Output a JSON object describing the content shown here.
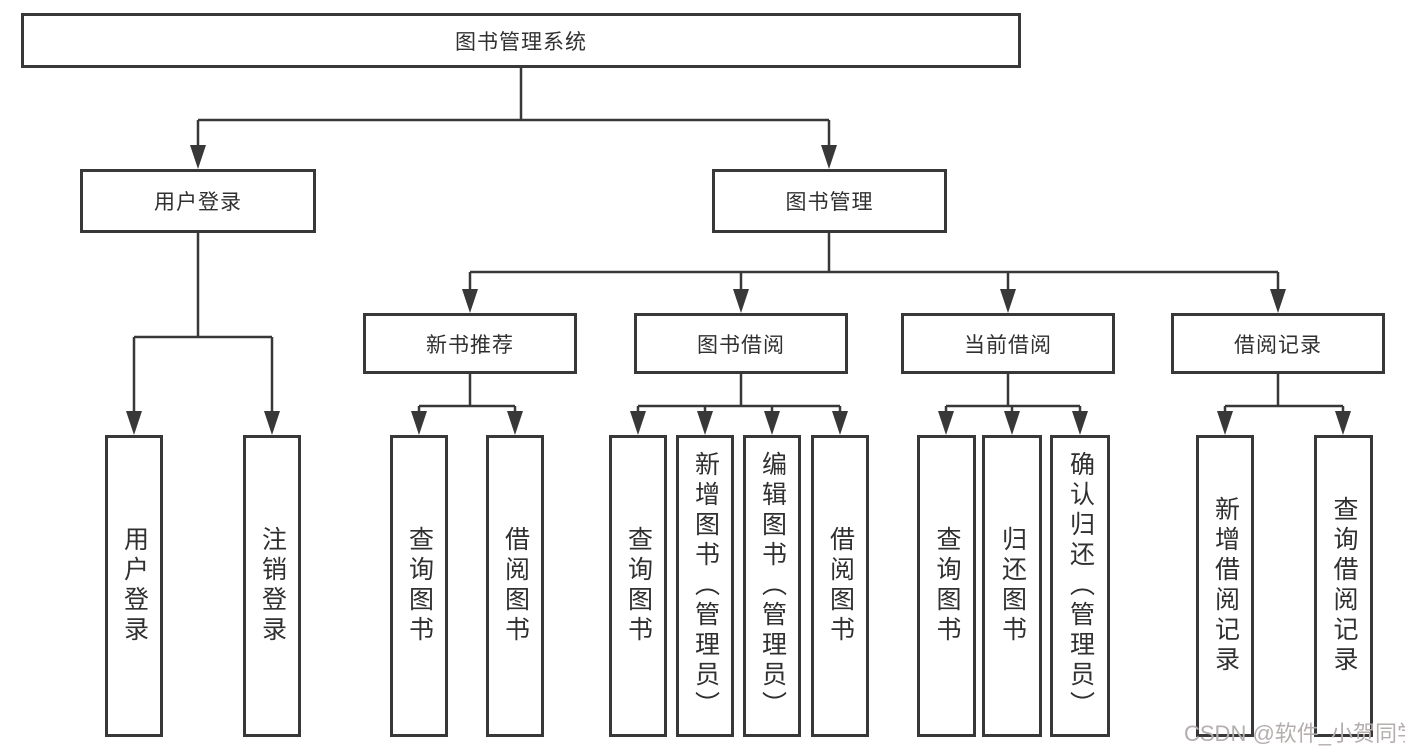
{
  "page": {
    "background": "#ffffff",
    "line_color": "#383838",
    "text_color": "#303030"
  },
  "tree": {
    "root": {
      "label": "图书管理系统"
    },
    "branches": [
      {
        "label": "用户登录",
        "children": [
          {
            "label": "用户登录"
          },
          {
            "label": "注销登录"
          }
        ]
      },
      {
        "label": "图书管理",
        "sections": [
          {
            "label": "新书推荐",
            "children": [
              {
                "label": "查询图书"
              },
              {
                "label": "借阅图书"
              }
            ]
          },
          {
            "label": "图书借阅",
            "children": [
              {
                "label": "查询图书"
              },
              {
                "label": "新增图书（管理员）"
              },
              {
                "label": "编辑图书（管理员）"
              },
              {
                "label": "借阅图书"
              }
            ]
          },
          {
            "label": "当前借阅",
            "children": [
              {
                "label": "查询图书"
              },
              {
                "label": "归还图书"
              },
              {
                "label": "确认归还（管理员）"
              }
            ]
          },
          {
            "label": "借阅记录",
            "children": [
              {
                "label": "新增借阅记录"
              },
              {
                "label": "查询借阅记录"
              }
            ]
          }
        ]
      }
    ]
  },
  "watermark": {
    "text": "CSDN @软件_小贺同学",
    "color": "#b5aeae"
  }
}
